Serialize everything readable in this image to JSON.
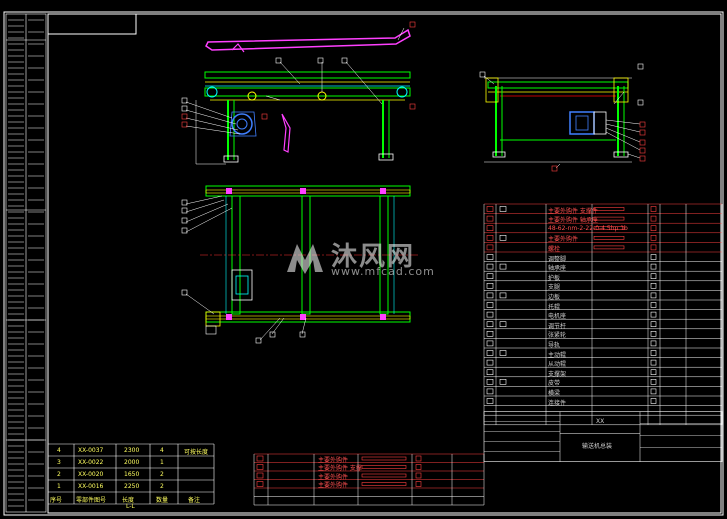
{
  "watermark": {
    "brand": "沐风网",
    "url": "www.mfcad.com"
  },
  "bom_left": {
    "rows": [
      {
        "no": "4",
        "code": "XX-0037",
        "qty": "2300",
        "n": "4",
        "note": "可按长度"
      },
      {
        "no": "3",
        "code": "XX-0022",
        "qty": "2000",
        "n": "1",
        "note": ""
      },
      {
        "no": "2",
        "code": "XX-0020",
        "qty": "1650",
        "n": "2",
        "note": ""
      },
      {
        "no": "1",
        "code": "XX-0016",
        "qty": "2250",
        "n": "2",
        "note": ""
      }
    ],
    "header": {
      "no": "序号",
      "code": "零部件图号",
      "qty": "长度",
      "n": "数量",
      "note": "备注"
    },
    "footer": "L-L"
  },
  "bom_right": {
    "red_rows": [
      "主要外购件 支撑件",
      "主要外购件 轴承座",
      "48-62-nm-2-22-0-4 5hp 1b",
      "主要外购件",
      "螺栓"
    ],
    "white_rows": [
      "调整脚",
      "轴承座",
      "护板",
      "支腿",
      "边板",
      "托辊",
      "电机座",
      "调节杆",
      "张紧轮",
      "导轨",
      "主动辊",
      "从动辊",
      "支撑架",
      "皮带",
      "横梁",
      "连接件"
    ],
    "title": "输送机总装",
    "code": "XX"
  },
  "bom_bottom": {
    "rows": [
      "主要外购件",
      "主要外购件 支撑",
      "主要外购件",
      "主要外购件"
    ]
  }
}
